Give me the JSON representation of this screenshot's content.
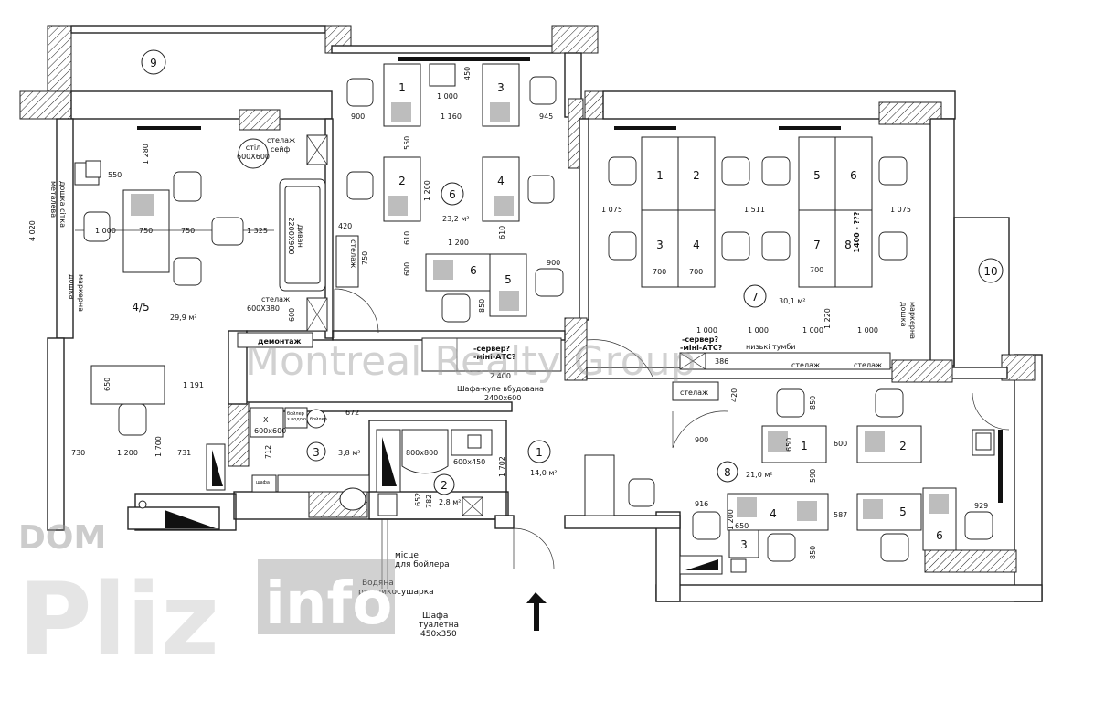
{
  "rooms": [
    {
      "id": "r9",
      "label": "9"
    },
    {
      "id": "r45",
      "label": "4/5",
      "area": "29,9 м²"
    },
    {
      "id": "r6",
      "label": "6",
      "area": "23,2 м²"
    },
    {
      "id": "r7",
      "label": "7",
      "area": "30,1 м²"
    },
    {
      "id": "r10",
      "label": "10"
    },
    {
      "id": "r3",
      "label": "3",
      "area": "3,8 м²"
    },
    {
      "id": "r2",
      "label": "2",
      "area": "2,8 м²"
    },
    {
      "id": "r1",
      "label": "1",
      "area": "14,0 м²"
    },
    {
      "id": "r8",
      "label": "8",
      "area": "21,0 м²"
    }
  ],
  "desks_r6": [
    "1",
    "3",
    "2",
    "4",
    "6",
    "5"
  ],
  "desks_r7": [
    "1",
    "2",
    "5",
    "6",
    "3",
    "4",
    "7",
    "8"
  ],
  "desks_r8": [
    "1",
    "2",
    "4",
    "3",
    "5",
    "6"
  ],
  "labels": {
    "table": "стіл\n600Х600",
    "shelf_safe": "стелаж\nсейф",
    "sofa": "диван\n2200Х900",
    "shelf_600x380": "стелаж\n600Х380",
    "board_left": "дошка сітка\nметалева",
    "marker_left": "маркерна\nдошка",
    "marker_right": "маркерна\nдошка",
    "demontazh": "демонтаж",
    "shelf_r6": "стелаж",
    "server_left": "-сервер?\n-міні-АТС?",
    "server_right": "-сервер?\n-міні-АТС?",
    "low_stands": "низькі тумби",
    "shelf_a": "стелаж",
    "shelf_b": "стелаж",
    "shelf_r8": "стелаж",
    "wardrobe": "Шафа-купе вбудована\n2400х600",
    "x_mark": "Х",
    "r3_600": "600х600",
    "boiler_small": "бойлер\nз водою",
    "boiler_tiny": "бойлер",
    "shafa_small": "шафа",
    "r2_800": "800х800",
    "r2_600": "600х450",
    "boiler_place": "місце\nдля бойлера",
    "towel": "Водяна\nрушникосушарка",
    "toilet_cab": "Шафа\nтуалетна\n450х350",
    "dim_1400": "1400 - ???"
  },
  "dims": {
    "d450": "450",
    "d1000a": "1 000",
    "d900a": "900",
    "d1160": "1 160",
    "d945": "945",
    "d550a": "550",
    "d1200a": "1 200",
    "d610a": "610",
    "d1200b": "1 200",
    "d610b": "610",
    "d600a": "600",
    "d900b": "900",
    "d420a": "420",
    "d750a": "750",
    "d850a": "850",
    "d1280": "1 280",
    "d550b": "550",
    "d1000b": "1 000",
    "d750b": "750",
    "d750c": "750",
    "d1325": "1 325",
    "d4020": "4 020",
    "d600b": "600",
    "d650a": "650",
    "d1191": "1 191",
    "d730": "730",
    "d1200c": "1 200",
    "d731": "731",
    "d1700a": "1 700",
    "d672": "672",
    "d712": "712",
    "d652": "652",
    "d782": "782",
    "d1702": "1 702",
    "d2400": "2 400",
    "d1075a": "1 075",
    "d1511": "1 511",
    "d1075b": "1 075",
    "d700a": "700",
    "d700b": "700",
    "d700c": "700",
    "d1220": "1 220",
    "d1000c": "1 000",
    "d1000d": "1 000",
    "d1000e": "1 000",
    "d1000f": "1 000",
    "d386": "386",
    "d420b": "420",
    "d850b": "850",
    "d900c": "900",
    "d650b": "650",
    "d600c": "600",
    "d916": "916",
    "d590": "590",
    "d587": "587",
    "d929": "929",
    "d1200d": "1 200",
    "d650c": "650",
    "d850c": "850"
  },
  "watermarks": {
    "center": "Montreal Realty Group",
    "dom": "DOM",
    "pliz": "Pliz",
    "info": "info"
  },
  "colors": {
    "wall": "#222222",
    "monitor": "#bdbdbd",
    "watermark": "#9a9a9a"
  }
}
